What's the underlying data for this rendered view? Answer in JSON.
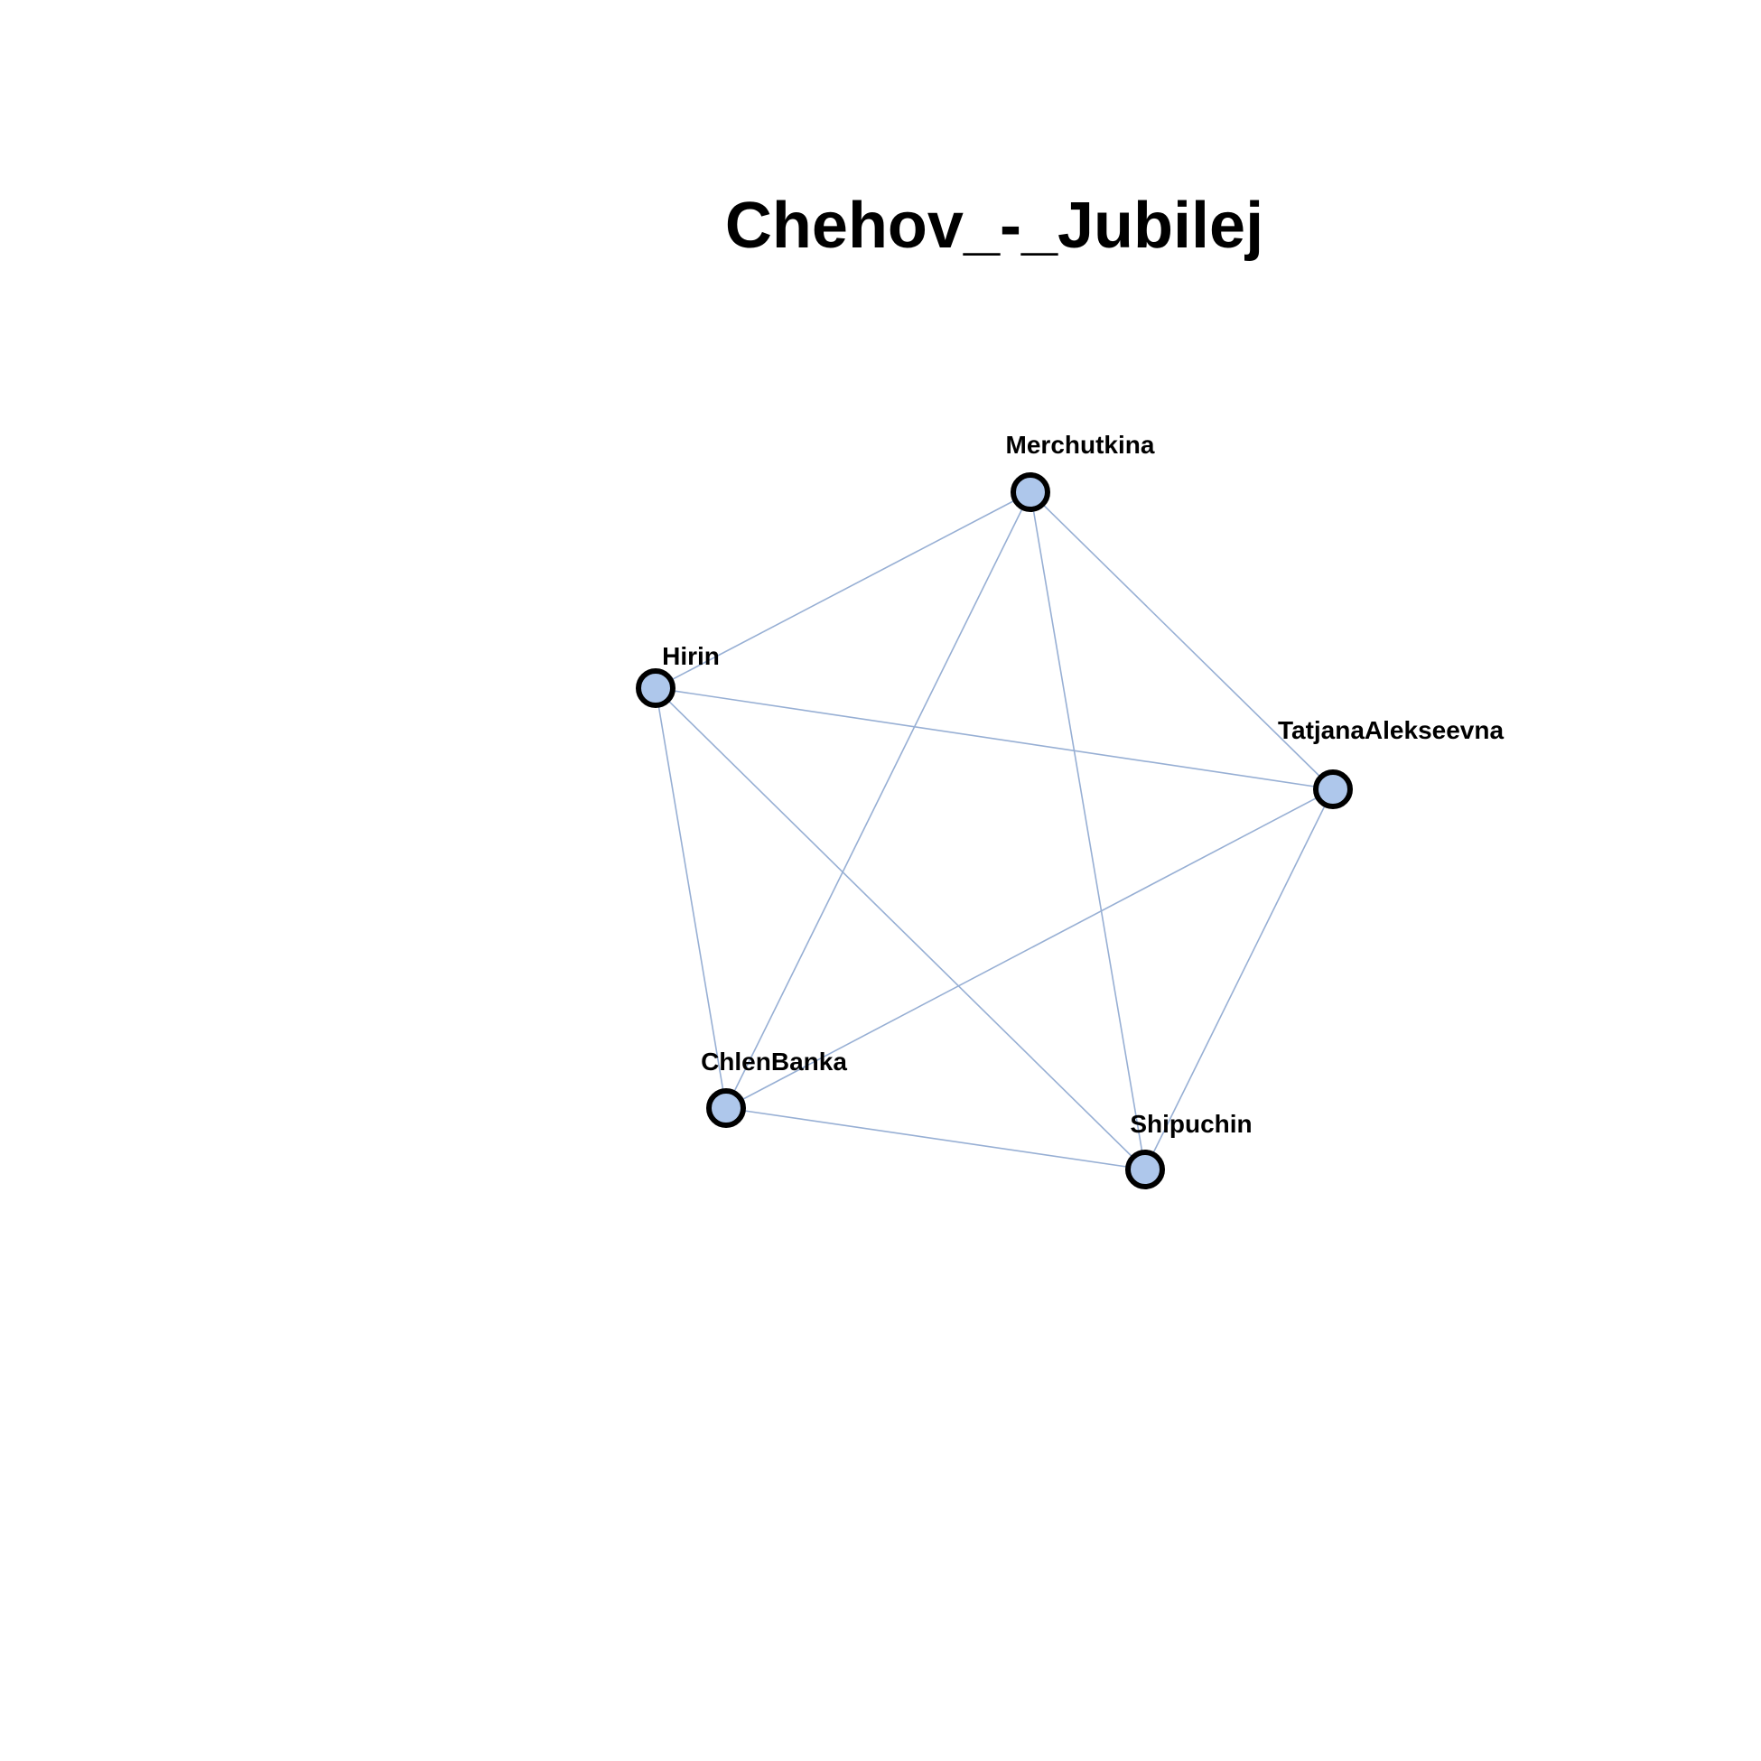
{
  "title": "Chehov_-_Jubilej",
  "colors": {
    "background": "#ffffff",
    "node_fill": "#aec7eb",
    "node_stroke": "#000000",
    "edge": "#97afd4"
  },
  "graph": {
    "nodes": [
      {
        "id": "merchutkina",
        "label": "Merchutkina"
      },
      {
        "id": "hirin",
        "label": "Hirin"
      },
      {
        "id": "tatjana",
        "label": "TatjanaAlekseevna"
      },
      {
        "id": "chlenbanka",
        "label": "ChlenBanka"
      },
      {
        "id": "shipuchin",
        "label": "Shipuchin"
      }
    ],
    "edges": [
      [
        "merchutkina",
        "hirin"
      ],
      [
        "merchutkina",
        "tatjana"
      ],
      [
        "merchutkina",
        "chlenbanka"
      ],
      [
        "merchutkina",
        "shipuchin"
      ],
      [
        "hirin",
        "tatjana"
      ],
      [
        "hirin",
        "chlenbanka"
      ],
      [
        "hirin",
        "shipuchin"
      ],
      [
        "tatjana",
        "chlenbanka"
      ],
      [
        "tatjana",
        "shipuchin"
      ],
      [
        "chlenbanka",
        "shipuchin"
      ]
    ]
  }
}
